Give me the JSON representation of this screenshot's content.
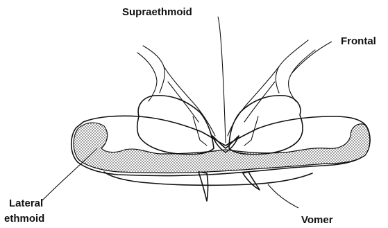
{
  "labels": {
    "supraethmoid": "Supraethmoid",
    "frontal": "Frontal",
    "lateral_ethmoid_line1": "Lateral",
    "lateral_ethmoid_line2": "ethmoid",
    "vomer": "Vomer"
  },
  "colors": {
    "ink": "#111111",
    "stipple": "#111111",
    "background": "#ffffff"
  }
}
